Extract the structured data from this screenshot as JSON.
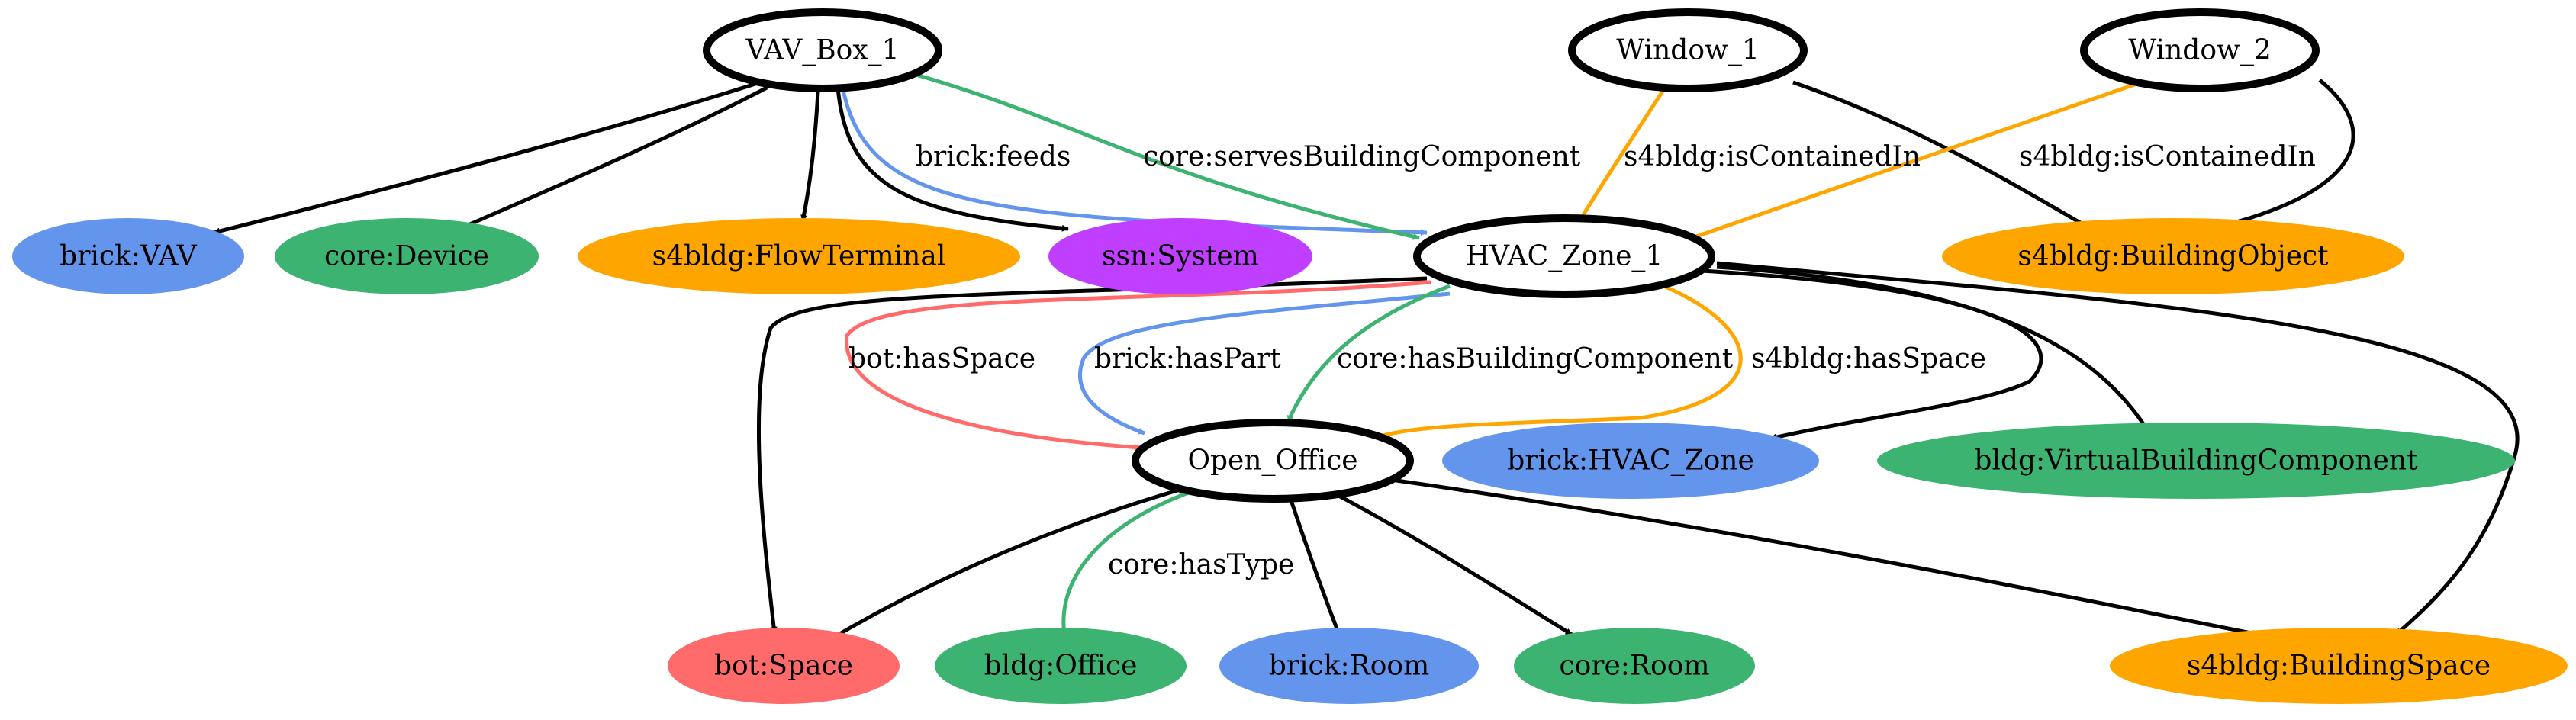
{
  "colors": {
    "black": "#000000",
    "blue": "#6495ED",
    "green": "#3CB371",
    "orange": "#FFA500",
    "purple": "#BF3EFF",
    "red": "#FF6A6A"
  },
  "nodes": {
    "vav_box_1": "VAV_Box_1",
    "window_1": "Window_1",
    "window_2": "Window_2",
    "hvac_zone_1": "HVAC_Zone_1",
    "open_office": "Open_Office",
    "brick_vav": "brick:VAV",
    "core_device": "core:Device",
    "s4bldg_flowterminal": "s4bldg:FlowTerminal",
    "ssn_system": "ssn:System",
    "s4bldg_buildingobject": "s4bldg:BuildingObject",
    "brick_hvac_zone": "brick:HVAC_Zone",
    "bldg_virtualbuildingcomponent": "bldg:VirtualBuildingComponent",
    "bot_space": "bot:Space",
    "bldg_office": "bldg:Office",
    "brick_room": "brick:Room",
    "core_room": "core:Room",
    "s4bldg_buildingspace": "s4bldg:BuildingSpace"
  },
  "edge_labels": {
    "brick_feeds": "brick:feeds",
    "core_servesbuildingcomponent": "core:servesBuildingComponent",
    "s4bldg_iscontainedin_1": "s4bldg:isContainedIn",
    "s4bldg_iscontainedin_2": "s4bldg:isContainedIn",
    "bot_hasspace": "bot:hasSpace",
    "brick_haspart": "brick:hasPart",
    "core_hasbuildingcomponent": "core:hasBuildingComponent",
    "s4bldg_hasspace": "s4bldg:hasSpace",
    "core_hastype": "core:hasType"
  }
}
